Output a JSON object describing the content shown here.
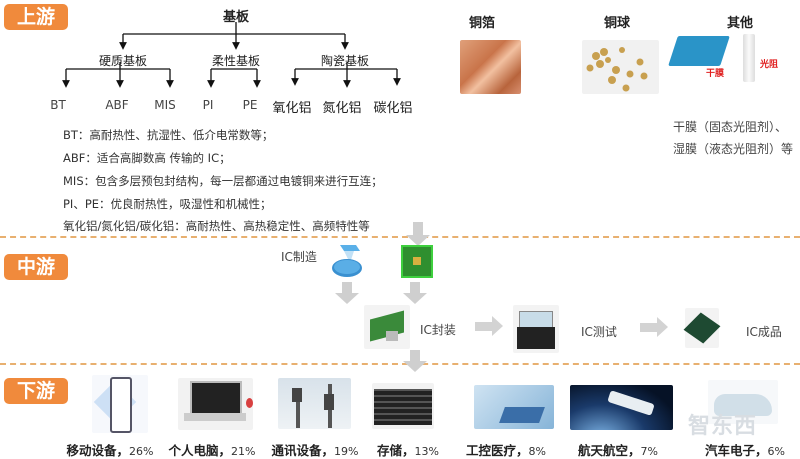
{
  "upstream": {
    "badge": "上游",
    "tree": {
      "root": "基板",
      "categories": [
        {
          "label": "硬质基板",
          "children": [
            "BT",
            "ABF",
            "MIS"
          ]
        },
        {
          "label": "柔性基板",
          "children": [
            "PI",
            "PE"
          ]
        },
        {
          "label": "陶瓷基板",
          "children": [
            "氧化铝",
            "氮化铝",
            "碳化铝"
          ]
        }
      ]
    },
    "descriptions": [
      "BT：高耐热性、抗湿性、低介电常数等；",
      "ABF：适合高脚数高 传输的 IC；",
      "MIS：包含多层预包封结构，每一层都通过电镀铜来进行互连；",
      "PI、PE：优良耐热性，吸湿性和机械性；",
      "氧化铝/氮化铝/碳化铝：高耐热性、高热稳定性、高频特性等"
    ],
    "materials": [
      {
        "title": "铜箔",
        "image": "copper-foil"
      },
      {
        "title": "铜球",
        "image": "copper-balls"
      },
      {
        "title": "其他",
        "image": "dry-film-and-photoresist",
        "image_labels": [
          "干膜",
          "光阻"
        ]
      }
    ],
    "other_text": [
      "干膜（固态光阻剂）、",
      "湿膜（液态光阻剂）等"
    ]
  },
  "midstream": {
    "badge": "中游",
    "steps": {
      "ic_manufacturing": "IC制造",
      "ic_packaging": "IC封装",
      "ic_testing": "IC测试",
      "ic_product": "IC成品"
    }
  },
  "downstream": {
    "badge": "下游",
    "applications": [
      {
        "name": "移动设备，",
        "pct": "26%",
        "image": "smartphone"
      },
      {
        "name": "个人电脑，",
        "pct": "21%",
        "image": "laptop"
      },
      {
        "name": "通讯设备，",
        "pct": "19%",
        "image": "telecom-tower"
      },
      {
        "name": "存储，",
        "pct": "13%",
        "image": "storage-server"
      },
      {
        "name": "工控医疗，",
        "pct": "8%",
        "image": "medical"
      },
      {
        "name": "航天航空，",
        "pct": "7%",
        "image": "spacecraft"
      },
      {
        "name": "汽车电子，",
        "pct": "6%",
        "image": "car"
      }
    ]
  },
  "watermark": "智东西",
  "colors": {
    "badge": "#f08a3c",
    "divider": "#e8b070",
    "arrow": "#cfcfcf"
  }
}
